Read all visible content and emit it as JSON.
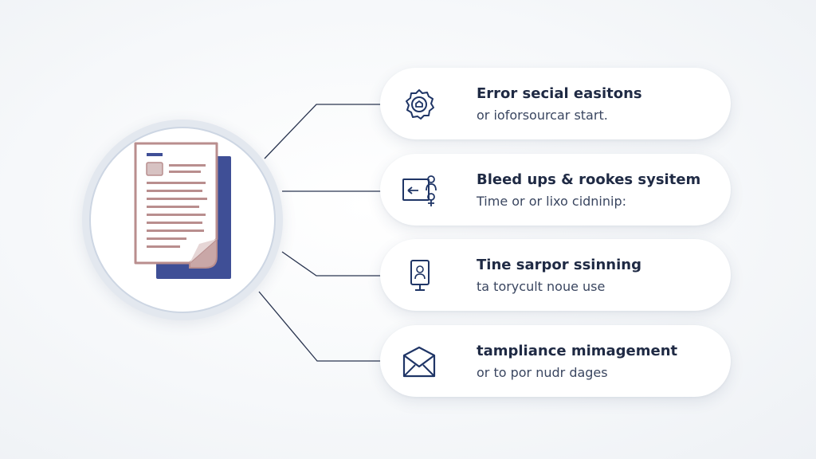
{
  "colors": {
    "navy": "#1f3566",
    "line": "#2a3550",
    "doc_outline": "#b98e8e",
    "doc_back": "#3f4f96",
    "doc_fold": "#c9a7a7",
    "card_bg": "#ffffff",
    "hub_ring": "#e3e8ef"
  },
  "hub": {
    "icon": "document-stack-icon"
  },
  "items": [
    {
      "icon": "seal-badge-icon",
      "title": "Error secial easitons",
      "subtitle": "or ioforsourcar start."
    },
    {
      "icon": "screen-user-icon",
      "title": "Bleed ups & rookes sysitem",
      "subtitle": "Time or or lixo cidninip:"
    },
    {
      "icon": "tablet-user-icon",
      "title": "Tine sarpor ssinning",
      "subtitle": "ta torycult noue use"
    },
    {
      "icon": "envelope-icon",
      "title": "tampliance mimagement",
      "subtitle": "or to por nudr dages"
    }
  ]
}
